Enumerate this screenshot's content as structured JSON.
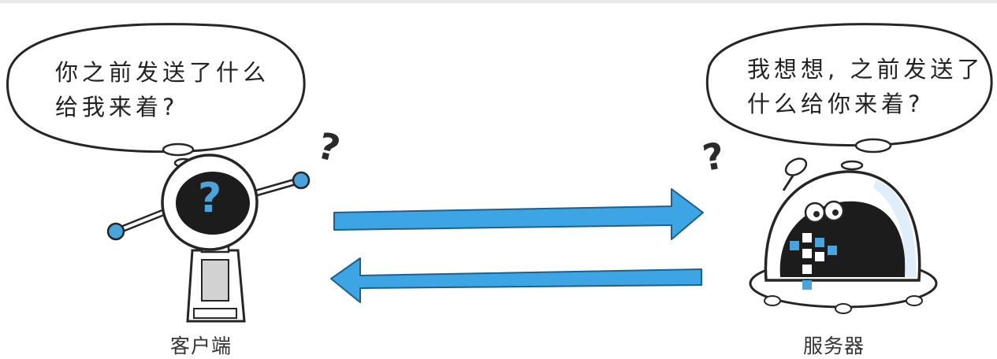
{
  "client": {
    "thought_line1": "你之前发送了什么",
    "thought_line2": "给我来着?",
    "label": "客户端",
    "face_mark": "?"
  },
  "server": {
    "thought_line1": "我想想, 之前发送了",
    "thought_line2": "什么给你来着?",
    "label": "服务器"
  },
  "confused_mark": "?",
  "colors": {
    "arrow": "#3da5e3",
    "arrow_outline": "#1f5f8f",
    "ink": "#222222",
    "robot_face": "#1c1c1c",
    "accent": "#4aa3da"
  },
  "arrows": [
    {
      "direction": "client-to-server"
    },
    {
      "direction": "server-to-client"
    }
  ]
}
